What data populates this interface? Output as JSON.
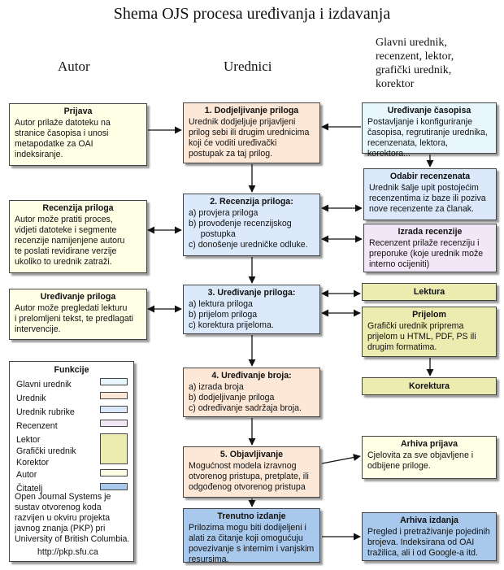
{
  "title": "Shema OJS procesa uređivanja i izdavanja",
  "columns": {
    "autor": "Autor",
    "urednici": "Urednici",
    "glavni": "Glavni urednik,\nrecenzent, lektor,\ngrafički urednik,\nkorektor"
  },
  "author_boxes": [
    {
      "title": "Prijava",
      "text": "Autor prilaže datoteku na\nstranice časopisa i unosi\nmetapodatke za OAI\nindeksiranje."
    },
    {
      "title": "Recenzija priloga",
      "text": "Autor može pratiti proces,\nvidjeti datoteke i segmente\nrecenzije namijenjene autoru\nte poslati revidirane verzije\nukoliko to urednik zatraži."
    },
    {
      "title": "Uređivanje priloga",
      "text": "Autor može pregledati lekturu\ni prelomljeni tekst, te predlagati\nintervencije."
    }
  ],
  "editor_boxes": [
    {
      "title": "1. Dodjeljivanje priloga",
      "text": "Urednik dodjeljuje prijavljeni\nprilog sebi ili drugim urednicima\nkoji će voditi uređivački\npostupak za taj prilog."
    },
    {
      "title": "2. Recenzija priloga:",
      "text": "a) provjera priloga\nb) provođenje recenzijskog\n     postupka\nc) donošenje uredničke odluke."
    },
    {
      "title": "3. Uređivanje priloga:",
      "text": "a) lektura priloga\nb) prijelom priloga\nc) korektura prijeloma."
    },
    {
      "title": "4. Uređivanje broja:",
      "text": "a) izrada broja\nb) dodjeljivanje priloga\nc) određivanje sadržaja broja."
    },
    {
      "title": "5. Objavljivanje",
      "text": "Mogućnost modela izravnog\notvorenog pristupa, pretplate, ili\nodgođenog otvorenog pristupa"
    },
    {
      "title": "Trenutno izdanje",
      "text": "Prilozima mogu biti dodijeljeni i\nalati za čitanje koji omogućuju\npovezivanje s internim i vanjskim\nresursima."
    }
  ],
  "right_boxes": [
    {
      "title": "Uređivanje časopisa",
      "text": "Postavljanje i konfiguriranje\nčasopisa, regrutiranje urednika,\nrecenzenata, lektora, korektora..."
    },
    {
      "title": "Odabir recenzenata",
      "text": "Urednik šalje upit postojećim\nrecenzentima iz baze ili poziva\nnove recenzente za članak."
    },
    {
      "title": "Izrada recenzije",
      "text": "Recenzent prilaže recenziju i\npreporuke (koje urednik može\ninterno ocijeniti)"
    },
    {
      "title": "Lektura",
      "text": ""
    },
    {
      "title": "Prijelom",
      "text": "Grafički urednik priprema\nprijelom u HTML, PDF, PS ili\ndrugim formatima."
    },
    {
      "title": "Korektura",
      "text": ""
    },
    {
      "title": "Arhiva prijava",
      "text": "Cjelovita za sve objavljene i\nodbijene priloge."
    },
    {
      "title": "Arhiva izdanja",
      "text": "Pregled i pretraživanje pojedinih\nbrojeva. Indeksirana od OAI\ntražilica, ali i od Google-a itd."
    }
  ],
  "legend": {
    "title": "Funkcije",
    "items": [
      "Glavni urednik",
      "Urednik",
      "Urednik rubrike",
      "Recenzent",
      "Lektor",
      "Grafički urednik",
      "Korektor",
      "Autor",
      "Čitatelj"
    ],
    "note": "Open Journal Systems je sustav otvorenog koda razvijen u okviru projekta javnog znanja (PKP) pri University of British Columbia.",
    "url": "http://pkp.sfu.ca"
  },
  "colors": {
    "autor": "#ffffe6",
    "urednik": "#fde7d6",
    "urednik_rubrike": "#dbe9fb",
    "glavni_urednik": "#e8f6fd",
    "recenzent": "#f1e7f6",
    "lektor": "#ecebb0",
    "citatelj": "#a9c9ec"
  }
}
